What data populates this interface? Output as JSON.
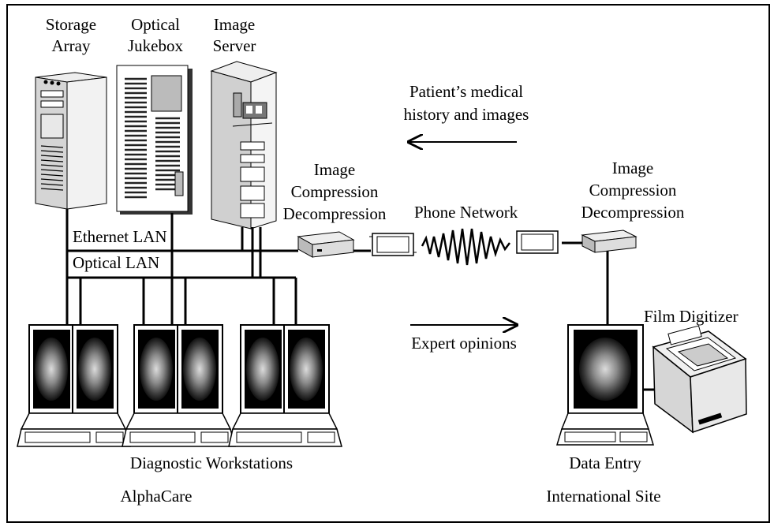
{
  "devices": {
    "storage_array": [
      "Storage",
      "Array"
    ],
    "optical_jukebox": [
      "Optical",
      "Jukebox"
    ],
    "image_server": [
      "Image",
      "Server"
    ],
    "codec_left": [
      "Image",
      "Compression",
      "Decompression"
    ],
    "codec_right": [
      "Image",
      "Compression",
      "Decompression"
    ],
    "film_digitizer": "Film Digitizer"
  },
  "networks": {
    "ethernet": "Ethernet LAN",
    "optical": "Optical LAN",
    "phone": "Phone Network"
  },
  "flows": {
    "to_alphacare": [
      "Patient’s medical",
      "history and images"
    ],
    "to_international": "Expert opinions"
  },
  "sites": {
    "workstations": "Diagnostic Workstations",
    "alphacare": "AlphaCare",
    "data_entry": "Data Entry",
    "international": "International Site"
  }
}
